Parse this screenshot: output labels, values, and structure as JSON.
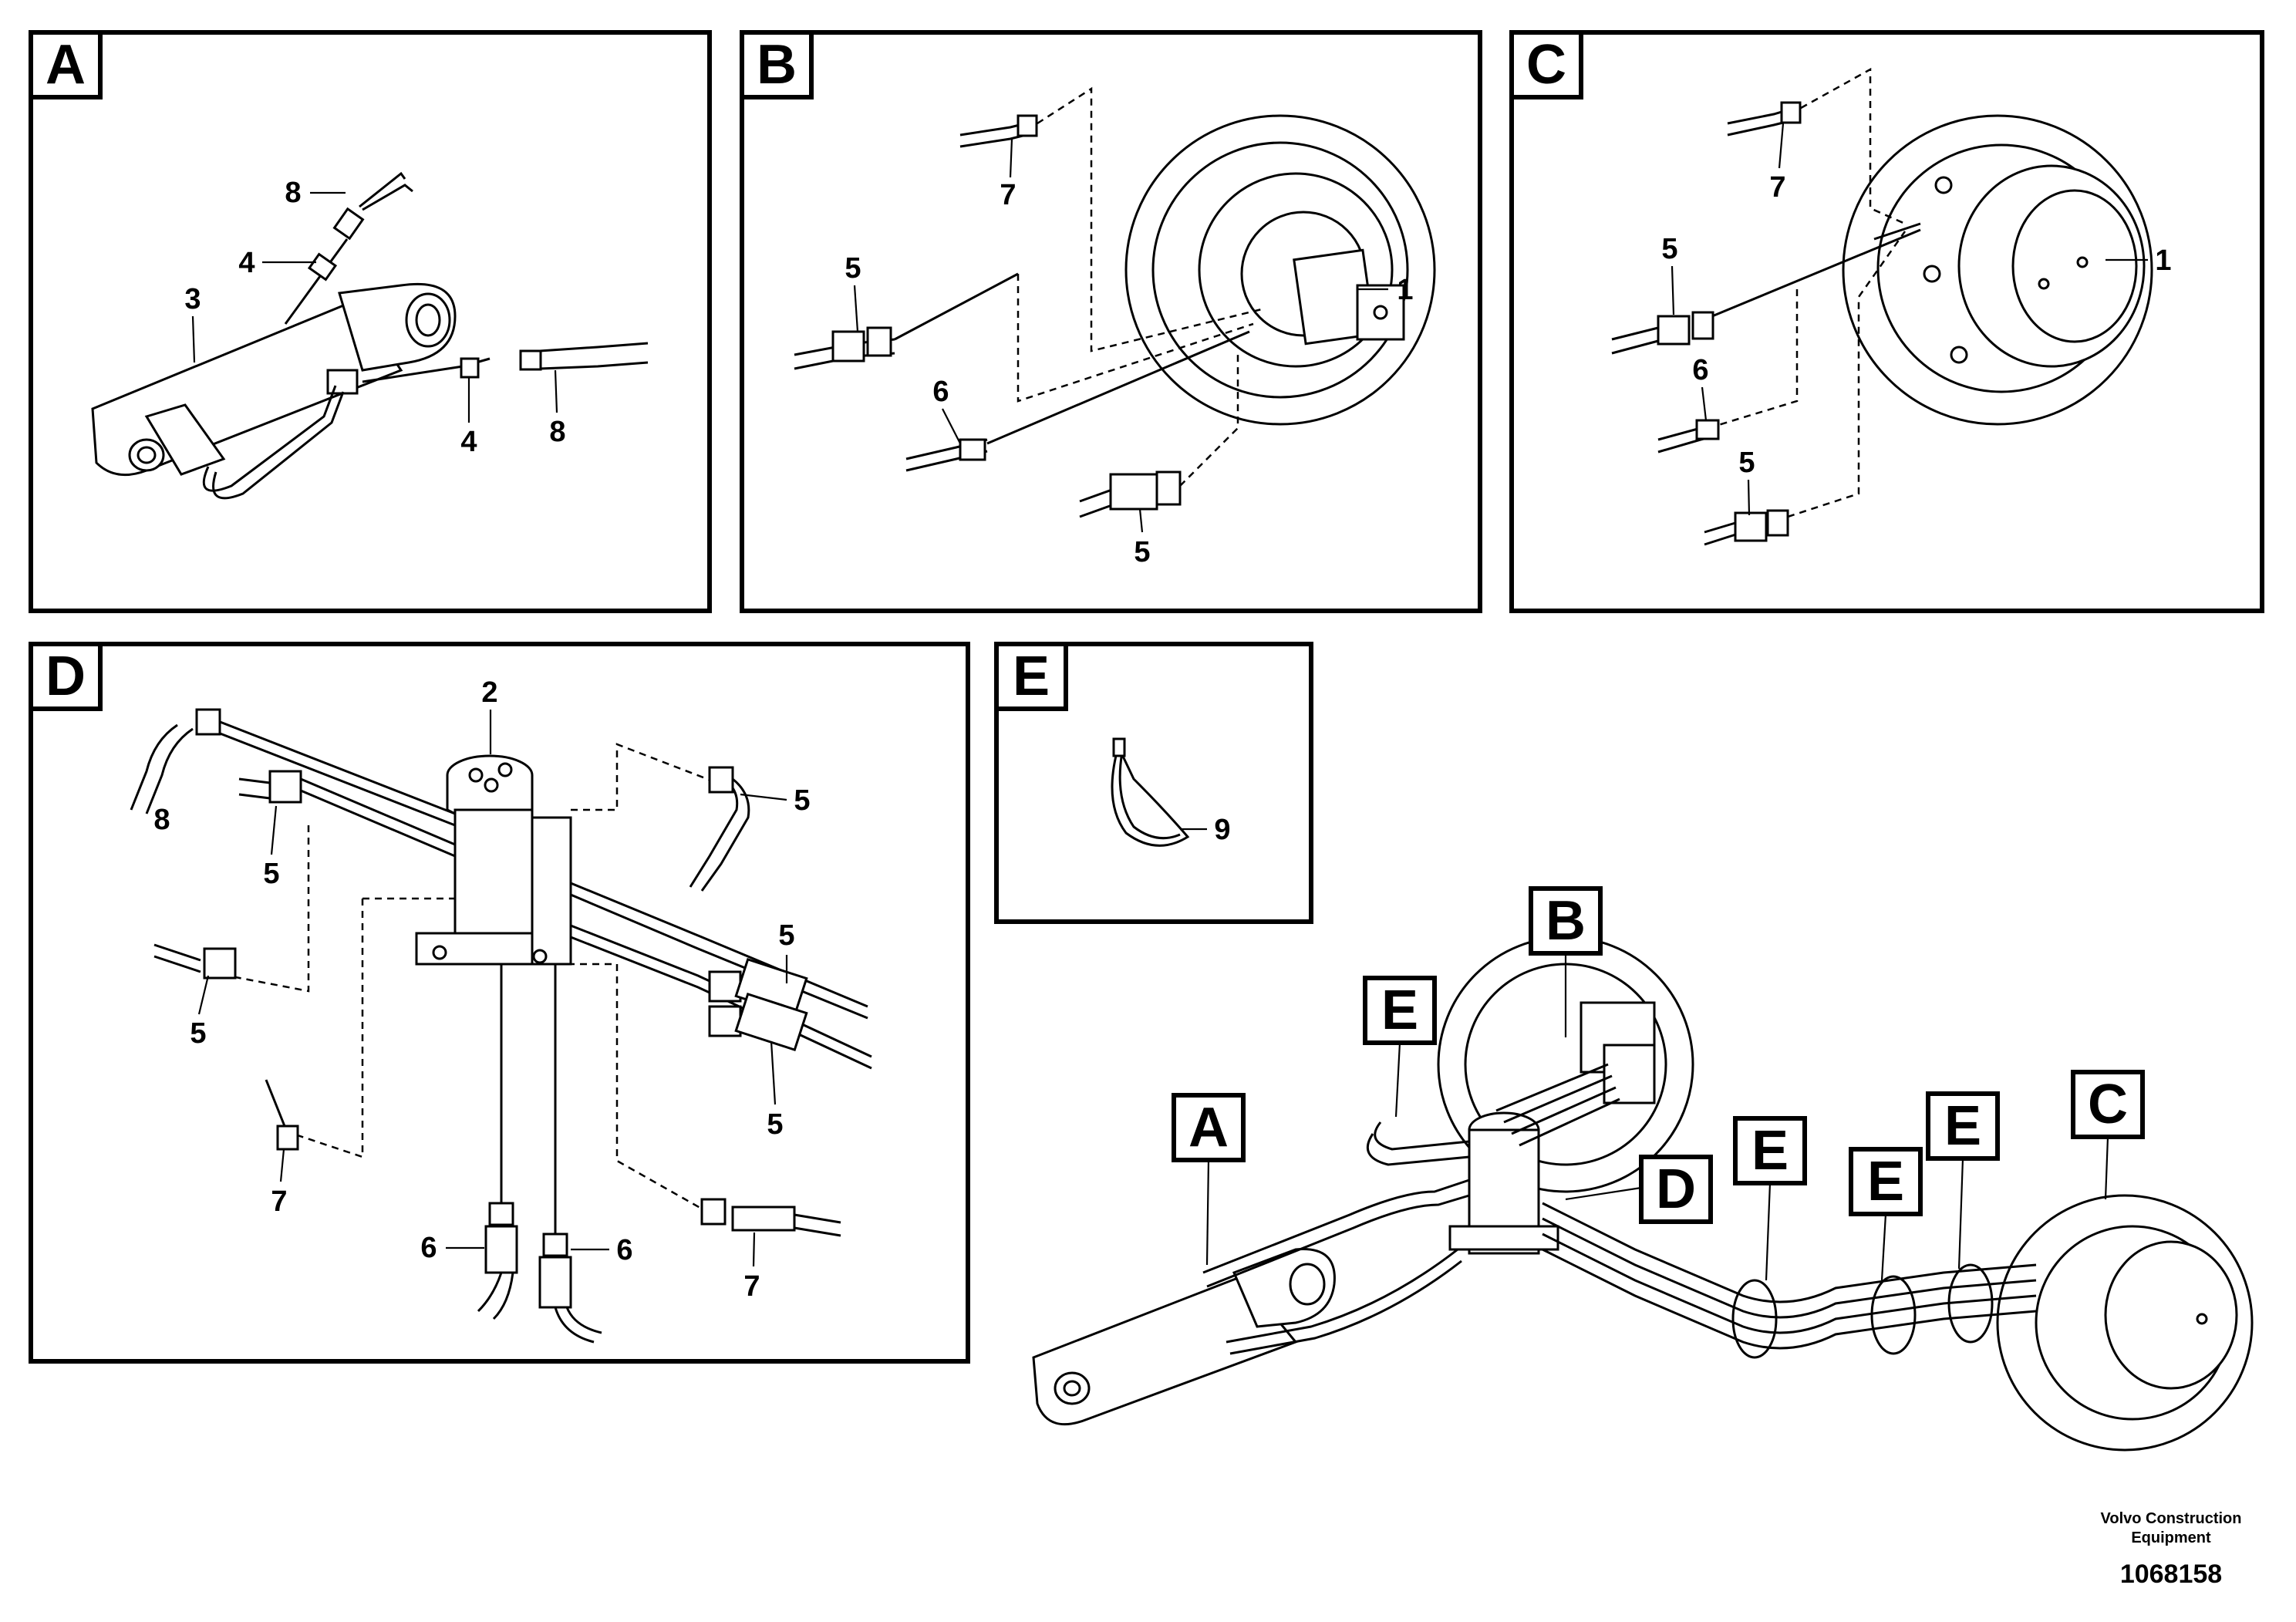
{
  "panels": {
    "A": {
      "tag": "A",
      "callouts": [
        "8",
        "4",
        "3",
        "4",
        "8"
      ]
    },
    "B": {
      "tag": "B",
      "callouts": [
        "7",
        "5",
        "6",
        "1",
        "5"
      ]
    },
    "C": {
      "tag": "C",
      "callouts": [
        "7",
        "5",
        "6",
        "1",
        "5"
      ]
    },
    "D": {
      "tag": "D",
      "callouts": [
        "2",
        "8",
        "5",
        "5",
        "5",
        "5",
        "5",
        "7",
        "6",
        "6",
        "7"
      ]
    },
    "E": {
      "tag": "E",
      "callouts": [
        "9"
      ]
    }
  },
  "overview": {
    "labels": [
      "B",
      "E",
      "A",
      "D",
      "E",
      "E",
      "E",
      "C"
    ]
  },
  "footer": {
    "brand_line1": "Volvo Construction",
    "brand_line2": "Equipment",
    "drawing_number": "1068158"
  }
}
